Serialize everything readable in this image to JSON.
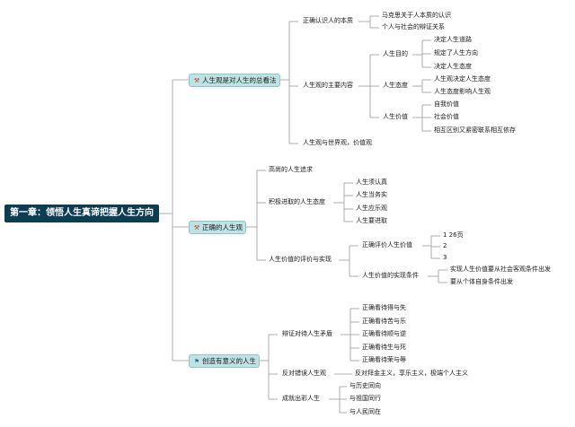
{
  "root": {
    "label": "第一章：领悟人生真谛把握人生方向"
  },
  "branches": [
    {
      "label": "人生观是对人生的总看法",
      "icon": "pick-tool-icon",
      "children": [
        {
          "label": "正确认识人的本质",
          "children": [
            {
              "label": "马克思关于人本质的认识"
            },
            {
              "label": "个人与社会的辩证关系"
            }
          ]
        },
        {
          "label": "人生观的主要内容",
          "children": [
            {
              "label": "人生目的",
              "children": [
                {
                  "label": "决定人生道路"
                },
                {
                  "label": "规定了人生方向"
                },
                {
                  "label": "决定人生态度"
                }
              ]
            },
            {
              "label": "人生态度",
              "children": [
                {
                  "label": "人生观决定人生态度"
                },
                {
                  "label": "人生态度影响人生观"
                }
              ]
            },
            {
              "label": "人生价值",
              "children": [
                {
                  "label": "自我价值"
                },
                {
                  "label": "社会价值"
                },
                {
                  "label": "相互区别又紧密联系相互依存"
                }
              ]
            }
          ]
        },
        {
          "label": "人生观与世界观，价值观"
        }
      ]
    },
    {
      "label": "正确的人生观",
      "icon": "pick-tool-icon",
      "children": [
        {
          "label": "高尚的人生追求"
        },
        {
          "label": "积极进取的人生态度",
          "children": [
            {
              "label": "人生须认真"
            },
            {
              "label": "人生当务实"
            },
            {
              "label": "人生应乐观"
            },
            {
              "label": "人生要进取"
            }
          ]
        },
        {
          "label": "人生价值的评价与实现",
          "children": [
            {
              "label": "正确评价人生价值",
              "children": [
                {
                  "label": "1 26页"
                },
                {
                  "label": "2"
                },
                {
                  "label": "3"
                }
              ]
            },
            {
              "label": "人生价值的实现条件",
              "children": [
                {
                  "label": "实现人生价值要从社会客观条件出发"
                },
                {
                  "label": "要从个体自身条件出发"
                }
              ]
            }
          ]
        }
      ]
    },
    {
      "label": "创造有意义的人生",
      "icon": "flag-icon",
      "children": [
        {
          "label": "辩证对待人生矛盾",
          "children": [
            {
              "label": "正确看待得与失"
            },
            {
              "label": "正确看待苦与乐"
            },
            {
              "label": "正确看待顺与逆"
            },
            {
              "label": "正确看待生与死"
            },
            {
              "label": "正确看待荣与辱"
            }
          ]
        },
        {
          "label": "反对错误人生观",
          "children": [
            {
              "label": "反对拜金主义，享乐主义，极端个人主义"
            }
          ]
        },
        {
          "label": "成就出彩人生",
          "children": [
            {
              "label": "与历史同向"
            },
            {
              "label": "与祖国同行"
            },
            {
              "label": "与人民同在"
            }
          ]
        }
      ]
    }
  ],
  "colors": {
    "root_bg": "#0d3d52",
    "branch_bg": "#bfe3e4",
    "line": "#9a9a9a",
    "text": "#1a1a1a"
  }
}
